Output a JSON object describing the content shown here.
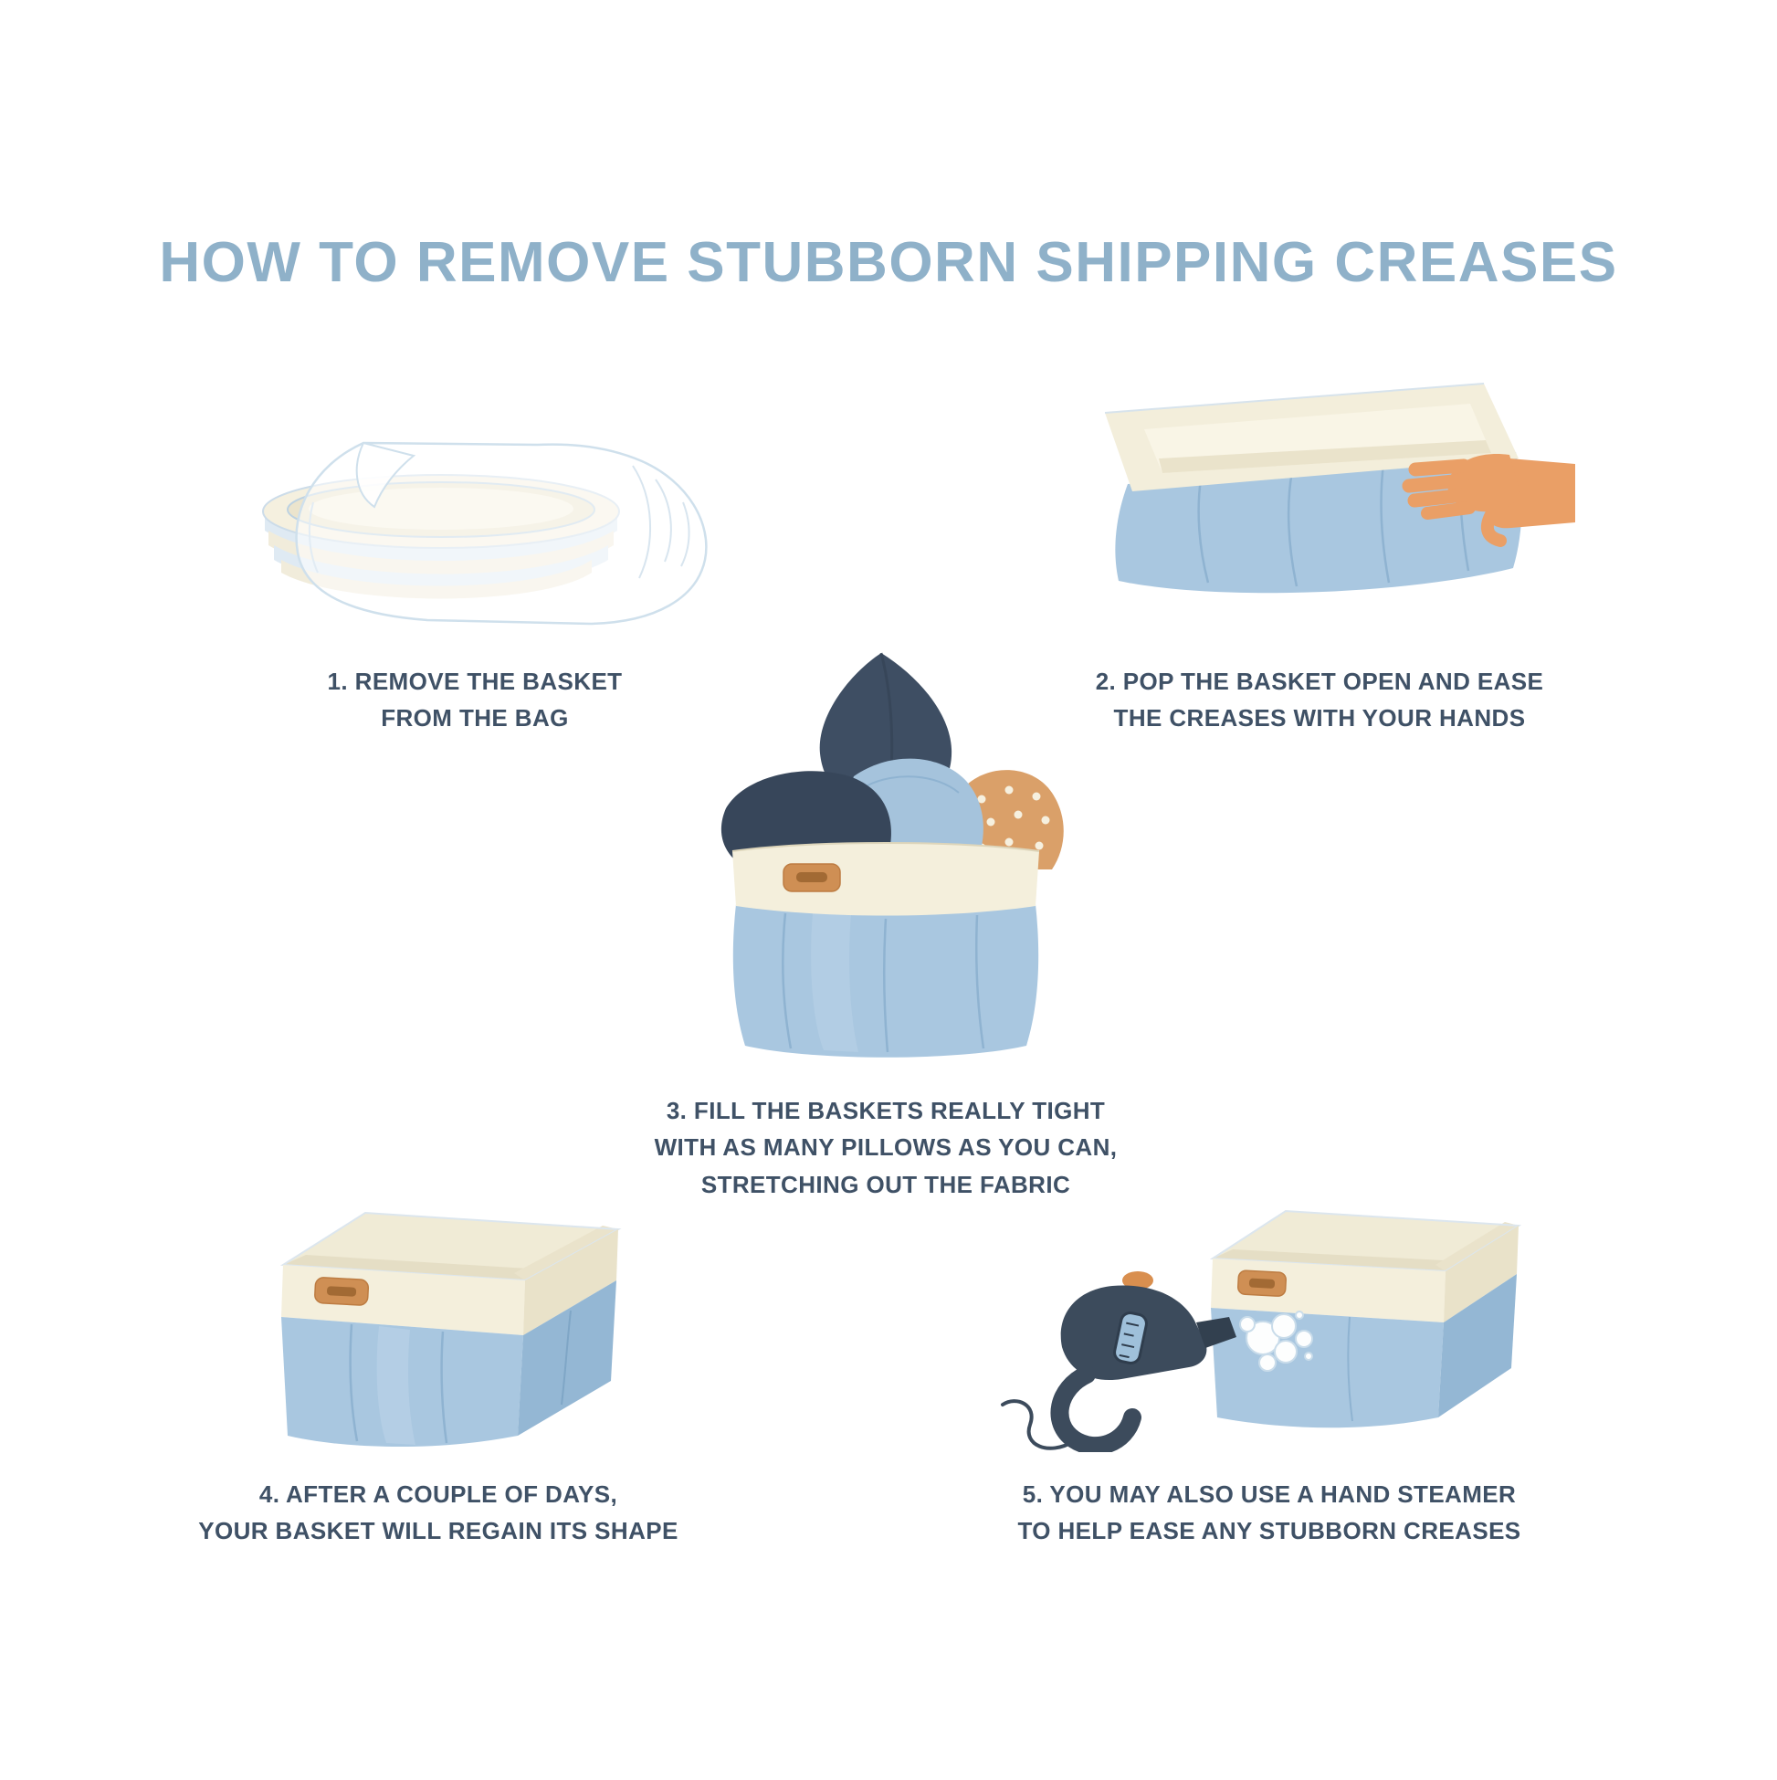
{
  "title": {
    "text": "HOW TO REMOVE STUBBORN SHIPPING CREASES"
  },
  "steps": [
    {
      "number": "1",
      "caption": "1. REMOVE THE BASKET\nFROM THE BAG",
      "illustration": "flattened-basket-in-plastic-bag"
    },
    {
      "number": "2",
      "caption": "2. POP THE BASKET OPEN AND EASE\nTHE CREASES WITH YOUR HANDS",
      "illustration": "open-basket-with-hand-smoothing-creases"
    },
    {
      "number": "3",
      "caption": "3. FILL THE BASKETS REALLY TIGHT\nWITH AS MANY PILLOWS AS YOU CAN,\nSTRETCHING OUT THE FABRIC",
      "illustration": "basket-stuffed-with-pillows"
    },
    {
      "number": "4",
      "caption": "4. AFTER A COUPLE OF DAYS,\nYOUR BASKET WILL REGAIN ITS SHAPE",
      "illustration": "empty-basket-regained-shape"
    },
    {
      "number": "5",
      "caption": "5. YOU MAY ALSO USE A HAND STEAMER\nTO HELP EASE ANY STUBBORN CREASES",
      "illustration": "hand-steamer-steaming-basket"
    }
  ],
  "colors": {
    "background": "#ffffff",
    "title": "#8fb1c9",
    "caption": "#3f5166",
    "basket_blue": "#a9c7e0",
    "basket_blue_shade": "#94b7d4",
    "basket_crease": "#8fb3d1",
    "basket_cream": "#f4efdc",
    "basket_cream_shade": "#e9e2c9",
    "handle_tan": "#cf8f54",
    "handle_slot": "#a26a34",
    "pillow_navy": "#3e4e63",
    "pillow_navy_dark": "#37465a",
    "pillow_blue": "#a5c3dc",
    "pillow_orange": "#daa069",
    "pillow_dot": "#f6f0df",
    "skin": "#ea9f66",
    "steamer_dark": "#3c4b5c",
    "steamer_nozzle": "#32404f",
    "steamer_button": "#d98f4f",
    "steam_fill": "#fdfefe",
    "steam_outline": "#c9dcea",
    "bag_outline": "#cfe0ec"
  }
}
